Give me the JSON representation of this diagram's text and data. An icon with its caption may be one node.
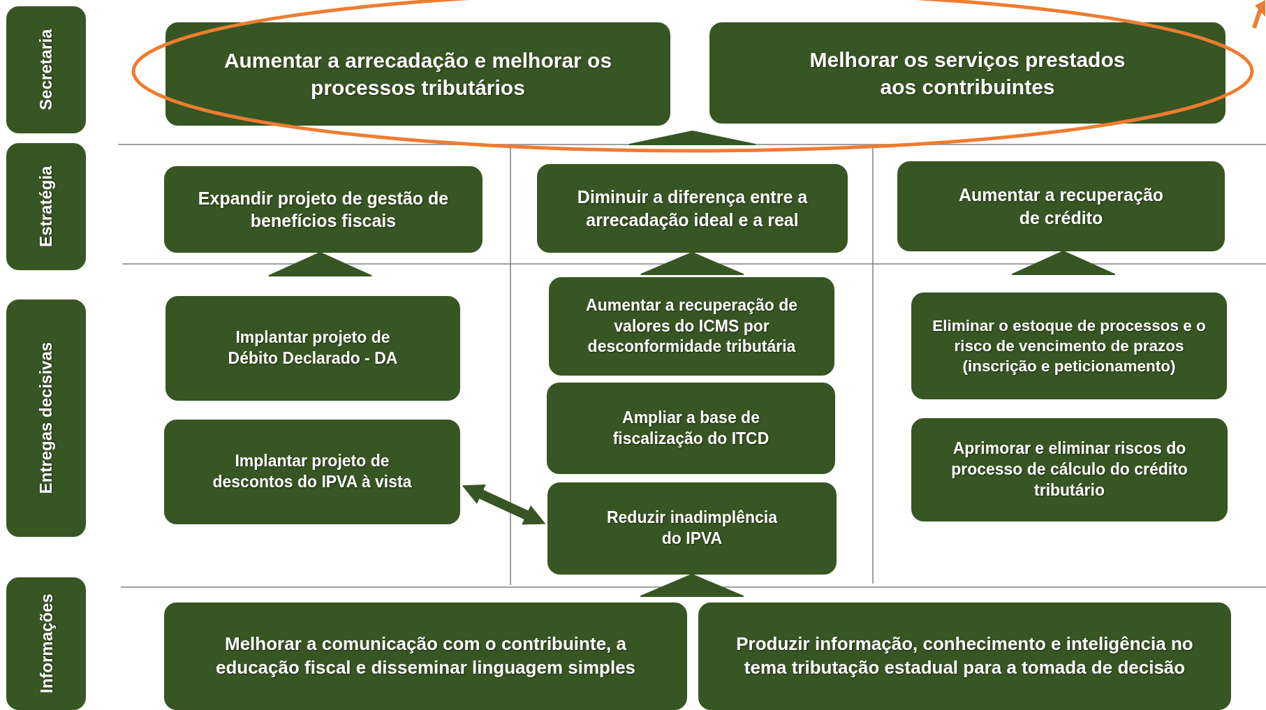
{
  "diagram": {
    "nodes": [
      {
        "text": [
          "Secretaria"
        ]
      },
      {
        "text": [
          "Estratégia"
        ]
      },
      {
        "text": [
          "Entregas decisivas"
        ]
      },
      {
        "text": [
          "Informações"
        ]
      },
      {
        "text": [
          "Aumentar a arrecadação e melhorar os processos tributários"
        ]
      },
      {
        "text": [
          "Melhorar os serviços prestados aos contribuintes"
        ]
      },
      {
        "text": [
          "Expandir projeto de gestão de benefícios fiscais"
        ]
      },
      {
        "text": [
          "Diminuir a diferença entre a arrecadação ideal e a real"
        ]
      },
      {
        "text": [
          "Aumentar a recuperação de crédito"
        ]
      },
      {
        "text": [
          "Implantar projeto de Débito Declarado - DA"
        ]
      },
      {
        "text": [
          "Implantar projeto de descontos do IPVA à vista"
        ]
      },
      {
        "text": [
          "Aumentar a recuperação de valores do ICMS por desconformidade tributária"
        ]
      },
      {
        "text": [
          "Ampliar a base de fiscalização do ITCD"
        ]
      },
      {
        "text": [
          "Reduzir inadimplência do IPVA"
        ]
      },
      {
        "text": [
          "Eliminar o estoque de processos e o risco de vencimento de prazos (inscrição e peticionamento)"
        ]
      },
      {
        "text": [
          "Aprimorar e eliminar riscos do processo de cálculo do crédito tributário"
        ]
      },
      {
        "text": [
          "Melhorar a comunicação com o contribuinte, a educação fiscal e disseminar linguagem simples"
        ]
      },
      {
        "text": [
          "Produzir informação, conhecimento e inteligência no tema tributação estadual para a tomada de decisão"
        ]
      }
    ],
    "edges": [
      {
        "from": 7,
        "to": null,
        "arrow": "to"
      },
      {
        "from": 9,
        "to": 6,
        "arrow": "to"
      },
      {
        "from": 11,
        "to": 7,
        "arrow": "to"
      },
      {
        "from": 14,
        "to": 8,
        "arrow": "to"
      },
      {
        "from": null,
        "to": 13,
        "arrow": "to"
      },
      {
        "from": 10,
        "to": 13,
        "arrow": "both"
      }
    ]
  }
}
